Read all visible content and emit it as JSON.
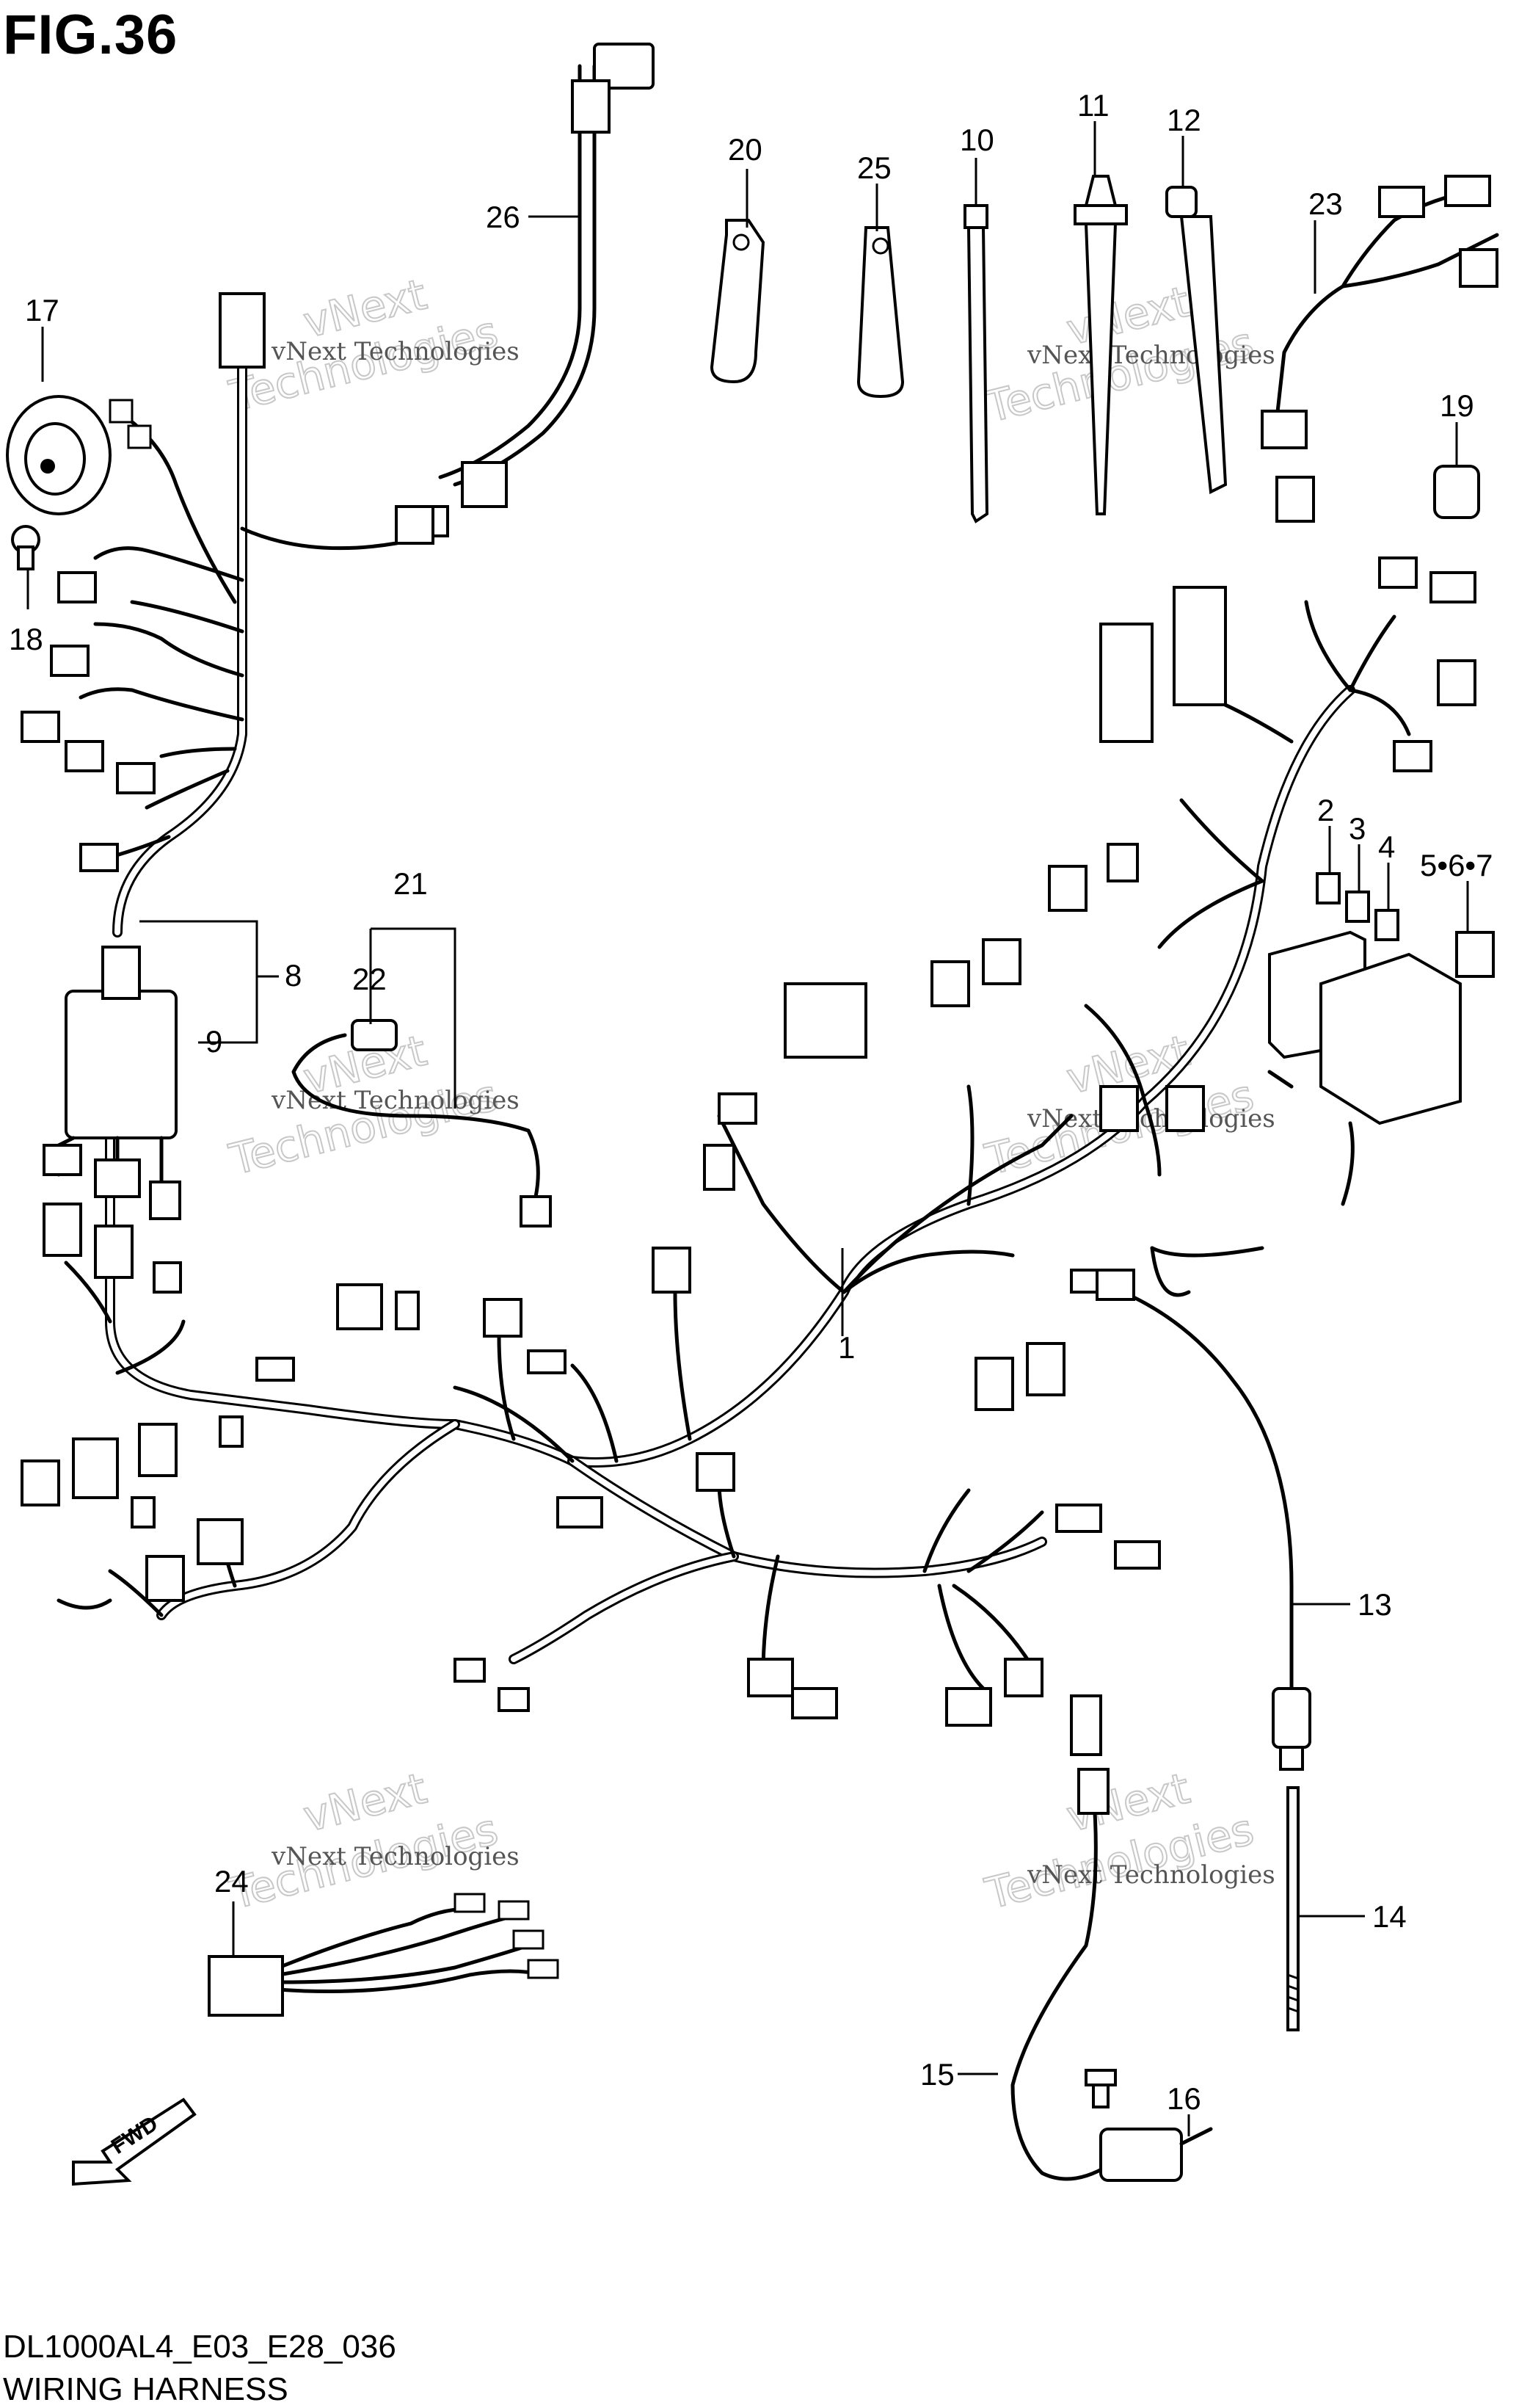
{
  "figure": {
    "title": "FIG.36",
    "model_code": "DL1000AL4_E03_E28_036",
    "name": "WIRING HARNESS"
  },
  "direction_label": "FWD",
  "watermark": {
    "line1": "vNext Technologies",
    "line2": "Technologies",
    "line3": "vNext"
  },
  "callouts": [
    {
      "id": "c1",
      "label": "1"
    },
    {
      "id": "c2",
      "label": "2"
    },
    {
      "id": "c3",
      "label": "3"
    },
    {
      "id": "c4",
      "label": "4"
    },
    {
      "id": "c567",
      "label": "5•6•7"
    },
    {
      "id": "c8",
      "label": "8"
    },
    {
      "id": "c9",
      "label": "9"
    },
    {
      "id": "c10",
      "label": "10"
    },
    {
      "id": "c11",
      "label": "11"
    },
    {
      "id": "c12",
      "label": "12"
    },
    {
      "id": "c13",
      "label": "13"
    },
    {
      "id": "c14",
      "label": "14"
    },
    {
      "id": "c15",
      "label": "15"
    },
    {
      "id": "c16",
      "label": "16"
    },
    {
      "id": "c17",
      "label": "17"
    },
    {
      "id": "c18",
      "label": "18"
    },
    {
      "id": "c19",
      "label": "19"
    },
    {
      "id": "c20",
      "label": "20"
    },
    {
      "id": "c21",
      "label": "21"
    },
    {
      "id": "c22",
      "label": "22"
    },
    {
      "id": "c23",
      "label": "23"
    },
    {
      "id": "c24",
      "label": "24"
    },
    {
      "id": "c25",
      "label": "25"
    },
    {
      "id": "c26",
      "label": "26"
    }
  ]
}
